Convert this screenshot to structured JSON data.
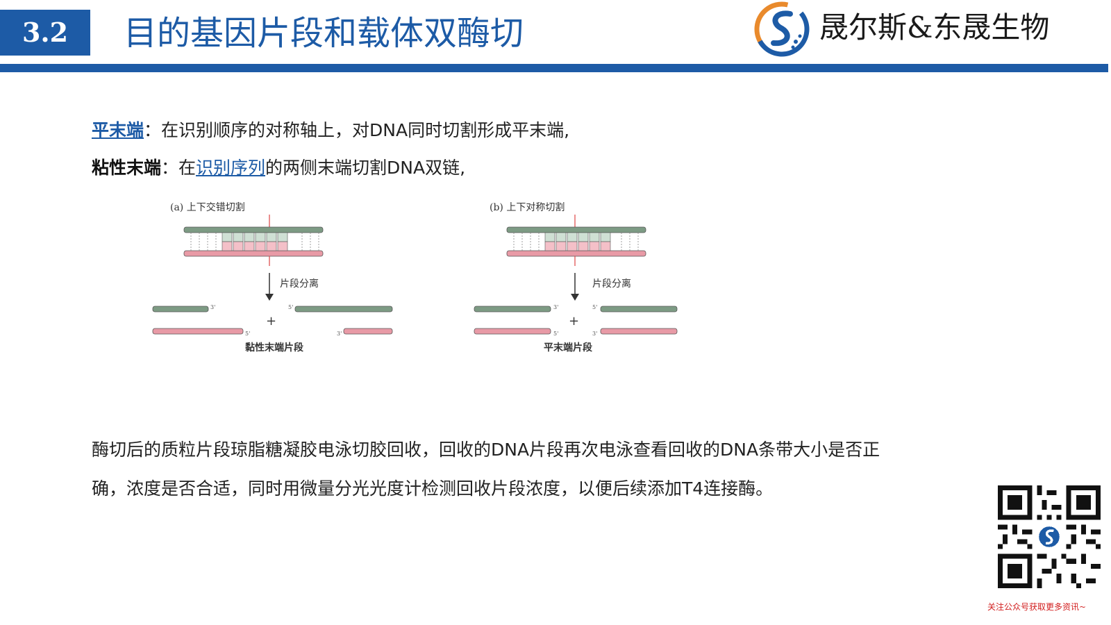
{
  "header": {
    "section_number": "3.2",
    "title": "目的基因片段和载体双酶切",
    "brand_name": "晟尔斯&东晟生物",
    "accent_color": "#1d5ba6"
  },
  "definitions": {
    "blunt_term": "平末端",
    "blunt_text": "：在识别顺序的对称轴上，对DNA同时切割形成平末端,",
    "sticky_term": "粘性末端",
    "sticky_pre": "：在",
    "sticky_link": "识别序列",
    "sticky_post": "的两侧末端切割DNA双链,"
  },
  "figure": {
    "a_title": "(a)  上下交错切割",
    "b_title": "(b)  上下对称切割",
    "a_arrow_label": "片段分离",
    "b_arrow_label": "片段分离",
    "a_caption": "黏性末端片段",
    "b_caption": "平末端片段",
    "plus": "+",
    "end_3": "3'",
    "end_5": "5'"
  },
  "paragraph": "酶切后的质粒片段琼脂糖凝胶电泳切胶回收，回收的DNA片段再次电泳查看回收的DNA条带大小是否正确，浓度是否合适，同时用微量分光光度计检测回收片段浓度，以便后续添加T4连接酶。",
  "qr_caption": "关注公众号获取更多资讯~"
}
